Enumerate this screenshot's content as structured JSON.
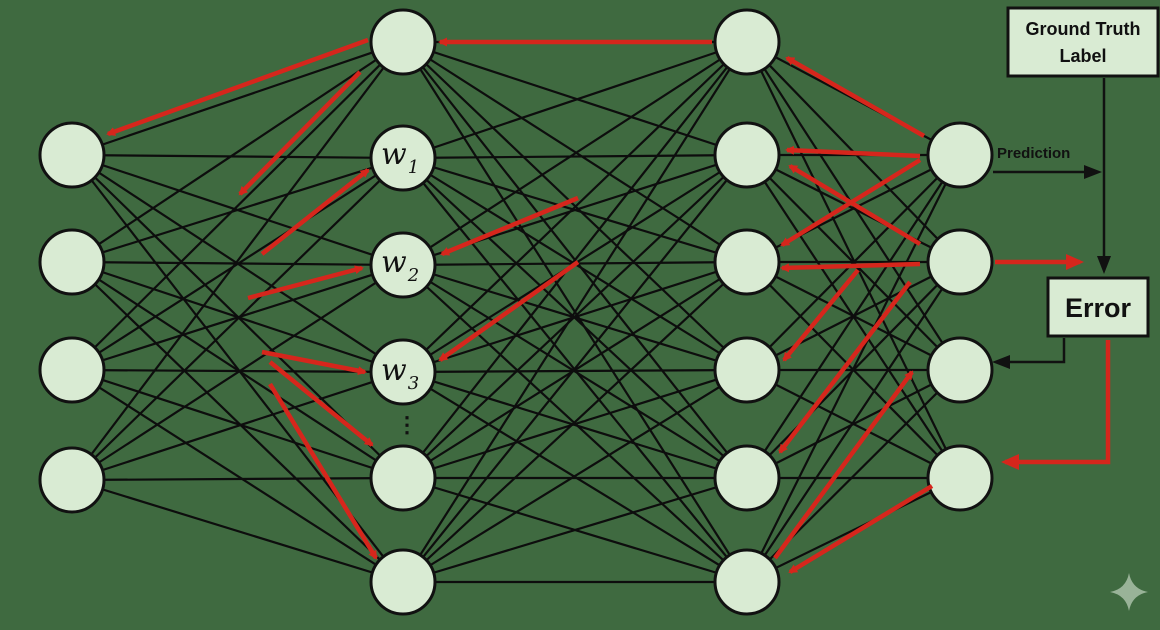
{
  "labels": {
    "ground_truth_line1": "Ground Truth",
    "ground_truth_line2": "Label",
    "prediction": "Prediction",
    "error": "Error",
    "ellipsis": "⋮",
    "w1": {
      "var": "w",
      "sub": "1"
    },
    "w2": {
      "var": "w",
      "sub": "2"
    },
    "w3": {
      "var": "w",
      "sub": "3"
    }
  },
  "colors": {
    "background": "#3f6a40",
    "node_fill": "#d9ebd3",
    "backprop_arrow": "#d6261c",
    "edge": "#0d0d0d"
  },
  "icons": {
    "watermark": "sparkle-icon"
  }
}
